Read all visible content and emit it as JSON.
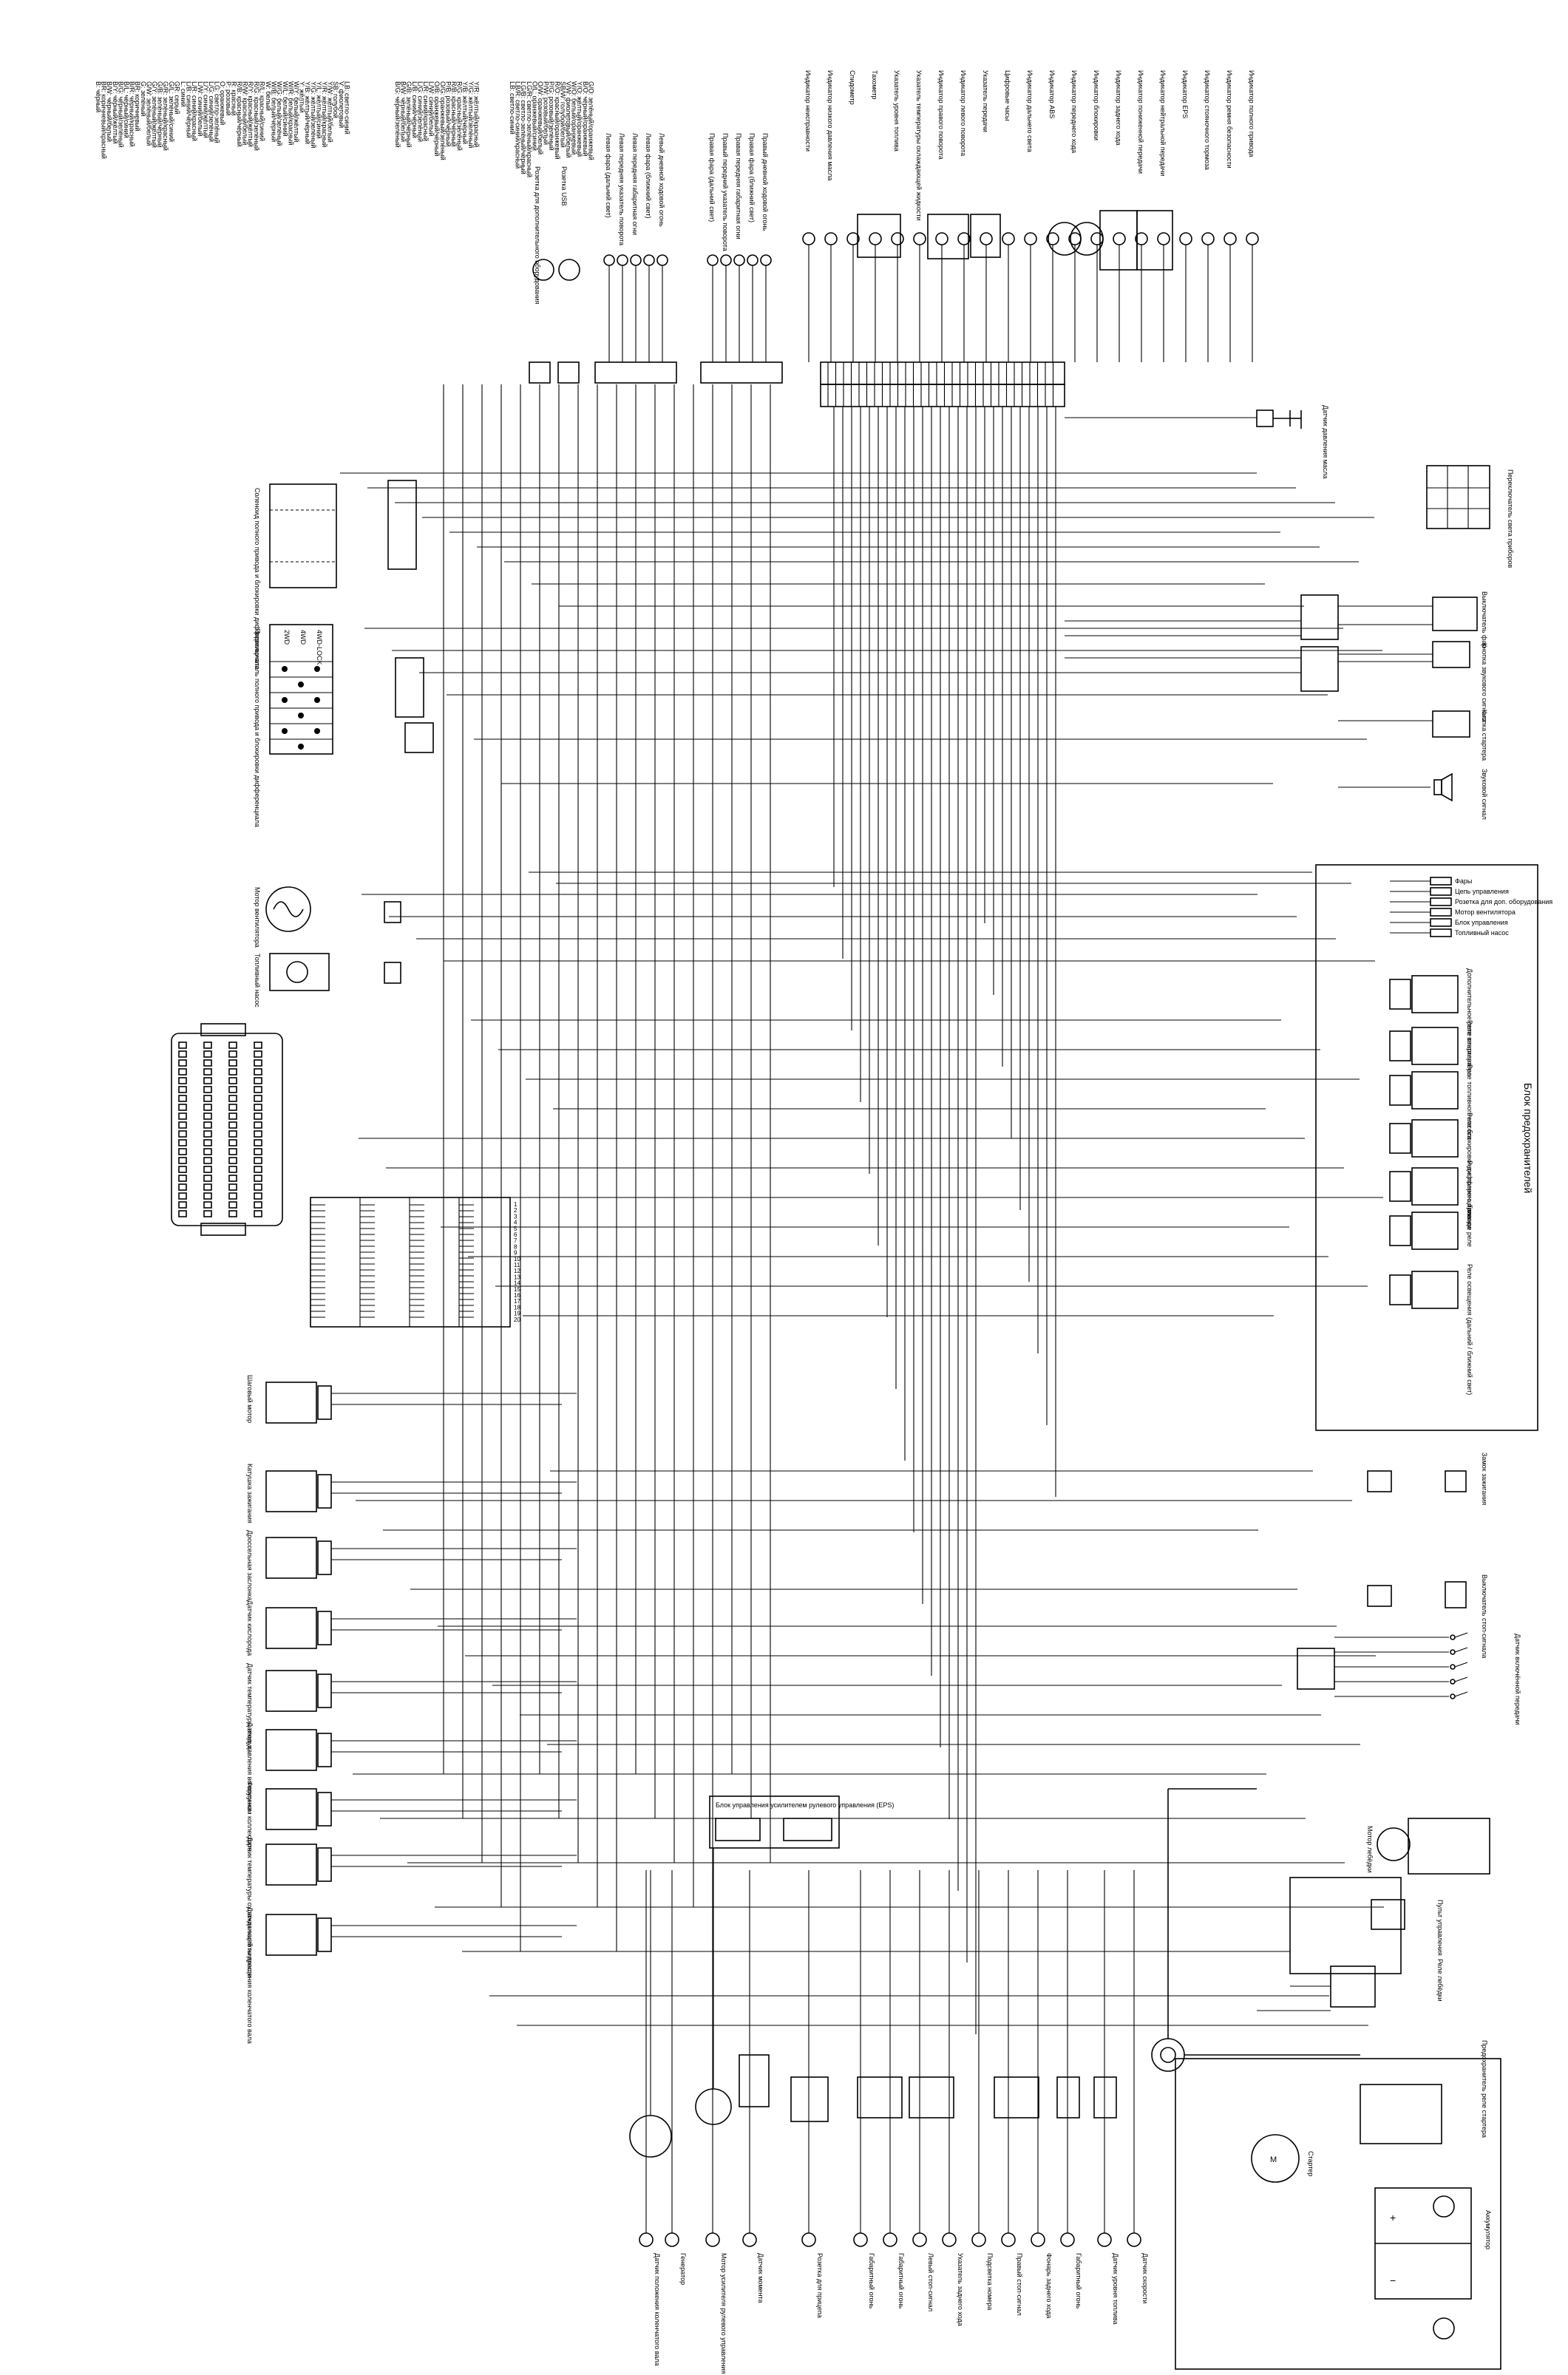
{
  "legend": {
    "col1": [
      "B: чёрный",
      "BR: коричневый/красный",
      "B/W: чёрный/белый",
      "B/Y: чёрный/жёлтый",
      "B/G: чёрный/зелёный",
      "B/L: чёрный/синий",
      "B/R: чёрный/красный",
      "BR: коричневый",
      "G: зелёный",
      "G/W: зелёный/белый",
      "G/Y: зелёный/жёлтый",
      "G/B: зелёный/чёрный",
      "G/R: зелёный/красный",
      "G/L: зелёный/синий",
      "GR: серый"
    ],
    "col2": [
      "L: синий",
      "L/B: синий/чёрный",
      "L/R: синий/красный",
      "L/W: синий/белый",
      "L/Y: синий/жёлтый",
      "L/G: синий/зелёный",
      "LG: светло-зелёный",
      "O: оранжевый",
      "P: розовый",
      "R: красный",
      "R/B: красный/чёрный",
      "R/W: красный/белый",
      "R/Y: красный/жёлтый",
      "R/G: красный/зелёный",
      "R/L: красный/синий"
    ],
    "col3": [
      "W: белый",
      "W/B: белый/чёрный",
      "W/G: белый/зелёный",
      "W/L: белый/синий",
      "W/R: белый/красный",
      "W/Y: белый/жёлтый",
      "Y: жёлтый",
      "Y/B: жёлтый/чёрный",
      "Y/G: жёлтый/зелёный",
      "Y/L: жёлтый/синий",
      "Y/R: жёлтый/красный",
      "Y/W: жёлтый/белый",
      "SB: голубой",
      "V: фиолетовый",
      "LB: светло-синий"
    ],
    "col4": [
      "B/G: чёрный/зелёный",
      "B/W: чёрный/белый",
      "G/B: зелёный/чёрный",
      "L/B: синий/чёрный",
      "L/G: синий/зелёный",
      "L/R: синий/красный",
      "L/W: синий/белый",
      "O/B: оранжевый/чёрный",
      "O/G: оранжевый/зелёный",
      "P/B: розовый/чёрный",
      "R/B: красный/чёрный",
      "R/G: красный/зелёный",
      "Y/B: жёлтый/чёрный",
      "Y/G: жёлтый/зелёный",
      "Y/R: жёлтый/красный"
    ],
    "col5": [
      "LB: светло-синий",
      "LB/R: светло-синий/красный",
      "LG/B: светло-зелёный/чёрный",
      "LG/R: светло-зелёный/красный",
      "O/L: оранжевый/синий",
      "O/W: оранжевый/белый",
      "P/W: розовый/белый",
      "P/G: розовый/зелёный",
      "R/O: красный/оранжевый",
      "SB/W: голубой/белый",
      "V/W: фиолетовый/белый",
      "W/O: белый/оранжевый",
      "Y/O: жёлтый/оранжевый",
      "B/O: чёрный/оранжевый",
      "G/O: зелёный/оранжевый"
    ]
  },
  "instrument_panel": {
    "indicators": [
      "Индикатор неисправности",
      "Индикатор низкого давления масла",
      "Спидометр",
      "Тахометр",
      "Указатель уровня топлива",
      "Указатель температуры охлаждающей жидкости",
      "Индикатор правого поворота",
      "Индикатор левого поворота",
      "Указатель передачи",
      "Цифровые часы",
      "Индикатор дальнего света",
      "Индикатор ABS",
      "Индикатор переднего хода",
      "Индикатор блокировки",
      "Индикатор заднего хода",
      "Индикатор пониженной передачи",
      "Индикатор нейтральной передачи",
      "Индикатор EPS",
      "Индикатор стояночного тормоза",
      "Индикатор ремня безопасности",
      "Индикатор полного привода"
    ],
    "outputs": [
      "Левая фара (дальний свет)",
      "Левая передняя указатель поворота",
      "Левая передняя габаритная огни",
      "Левая фара (ближний свет)",
      "Левый дневной ходовой огонь",
      "Правая фара (дальний свет)",
      "Правый передний указатель поворота",
      "Правая передняя габаритная огни",
      "Правая фара (ближний свет)",
      "Правый дневной ходовой огонь"
    ],
    "sockets": [
      "Розетка для дополнительного оборудования",
      "Розетка USB"
    ],
    "right_top": [
      "Датчик давления масла",
      "Переключатель света приборов"
    ]
  },
  "switches": {
    "diff_lock": "Соленоид полного привода и блокировки дифференциала",
    "drive_select": "Переключатель полного привода и блокировки дифференциала",
    "drive_table": [
      "2WD",
      "4WD",
      "4WD-LOCK"
    ],
    "headlight_switch": "Выключатель фар",
    "horn_button": "Кнопка звукового сигнала",
    "start_button": "Кнопка стартера",
    "horn": "Звуковой сигнал",
    "ignition": "Замок зажигания",
    "brake_switch": "Выключатель стоп-сигнала",
    "gear_sensor": "Датчик включённой передачи"
  },
  "fuse_box": {
    "title": "Блок предохранителей",
    "fuses": [
      "Фары",
      "Цепь управления",
      "Розетка для доп. оборудования",
      "Мотор вентилятора",
      "Блок управления",
      "Топливный насос"
    ],
    "relays": [
      "Дополнительное реле стартера",
      "Реле вентилятора",
      "Реле топливного насоса",
      "Реле блокировки дифференциала",
      "Реле полного привода",
      "Главное реле",
      "Реле освещения (дальний / ближний свет)"
    ]
  },
  "ecu": {
    "left_devices": [
      "Мотор вентилятора",
      "Топливный насос",
      "Шаговый мотор",
      "Катушка зажигания",
      "Дроссельная заслонка",
      "Датчик кислорода",
      "Датчик температуры воздуха",
      "Датчик давления во впускном коллекторе",
      "Форсунка",
      "Датчик температуры охлаждающей жидкости",
      "Датчик частоты вращения коленчатого вала"
    ]
  },
  "bottom": {
    "eps": "Блок управления усилителем рулевого управления (EPS)",
    "items": [
      "Датчик положения коленчатого вала",
      "Генератор",
      "Мотор усилителя рулевого управления",
      "Датчик момента",
      "Розетка для прицепа",
      "Габаритный огонь",
      "Габаритный огонь",
      "Левый стоп-сигнал",
      "Указатель заднего хода",
      "Подсветка номера",
      "Правый стоп-сигнал",
      "Фонарь заднего хода",
      "Габаритный огонь",
      "Датчик уровня топлива",
      "Датчик скорости"
    ],
    "right": [
      "Мотор лебёдки",
      "Пульт управления",
      "Реле лебёдки",
      "Предохранитель реле стартера",
      "Стартер",
      "Аккумулятор"
    ]
  },
  "connector_pins": [
    "1",
    "2",
    "3",
    "4",
    "5",
    "6",
    "7",
    "8",
    "9",
    "10",
    "11",
    "12",
    "13",
    "14",
    "15",
    "16",
    "17",
    "18",
    "19",
    "20"
  ]
}
